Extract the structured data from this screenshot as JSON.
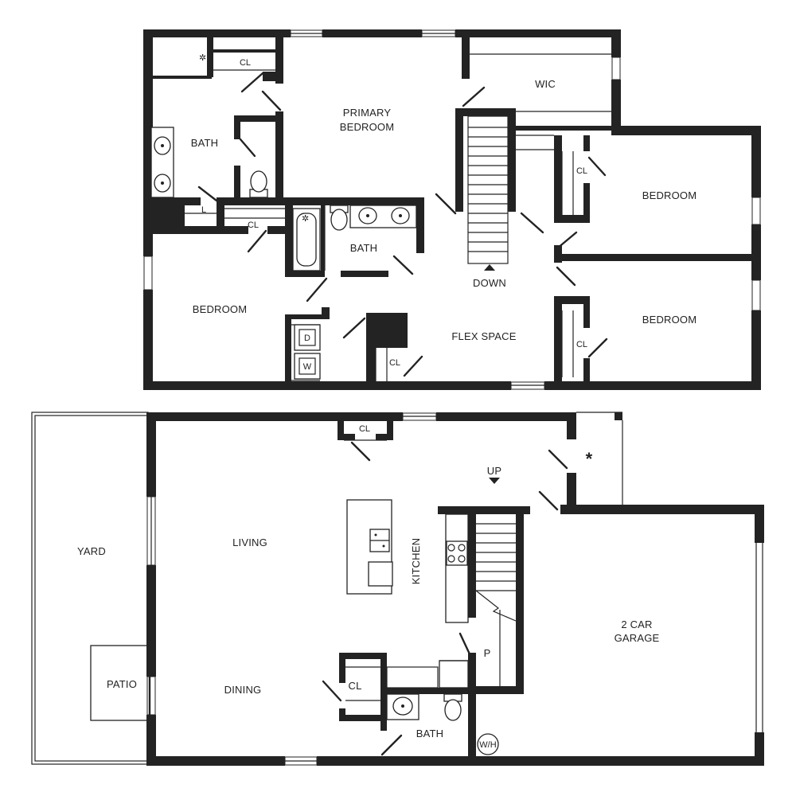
{
  "upper_floor": {
    "rooms": {
      "primary_bedroom_line1": "PRIMARY",
      "primary_bedroom_line2": "BEDROOM",
      "wic": "WIC",
      "primary_bath": "BATH",
      "primary_closet": "CL",
      "linen": "L",
      "hall_closet": "CL",
      "hall_bath": "BATH",
      "bedroom_west": "BEDROOM",
      "bedroom_ne": "BEDROOM",
      "bedroom_ne_closet": "CL",
      "bedroom_se": "BEDROOM",
      "bedroom_se_closet": "CL",
      "flex_space": "FLEX SPACE",
      "flex_closet": "CL",
      "stairs_down": "DOWN",
      "dryer": "D",
      "washer": "W"
    }
  },
  "lower_floor": {
    "rooms": {
      "yard": "YARD",
      "patio": "PATIO",
      "living": "LIVING",
      "dining": "DINING",
      "kitchen": "KITCHEN",
      "entry_closet": "CL",
      "dining_closet": "CL",
      "stairs_up": "UP",
      "pantry": "P",
      "powder_bath": "BATH",
      "water_heater": "W/H",
      "garage_line1": "2 CAR",
      "garage_line2": "GARAGE",
      "entry_marker": "*"
    }
  }
}
